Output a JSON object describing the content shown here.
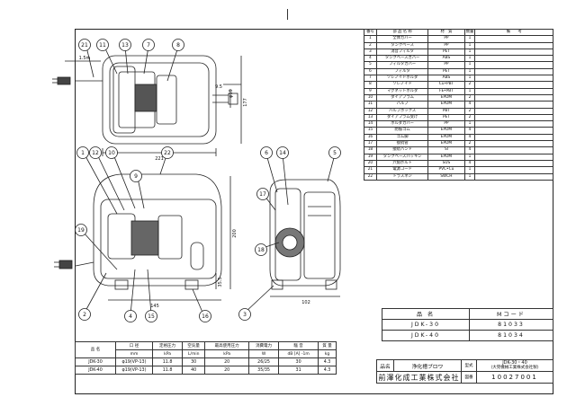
{
  "parts_table": {
    "headers": {
      "no": "番号",
      "name": "部 品 名 称",
      "material": "材　質",
      "qty": "数量",
      "remarks": "備　　考"
    },
    "rows": [
      {
        "no": "1",
        "name": "全体カバー",
        "material": "PP",
        "qty": "1"
      },
      {
        "no": "2",
        "name": "タンクベース",
        "material": "PP",
        "qty": "1"
      },
      {
        "no": "3",
        "name": "消音フィルタ",
        "material": "PET",
        "qty": "1"
      },
      {
        "no": "4",
        "name": "タンクベースカバー",
        "material": "ABS",
        "qty": "1"
      },
      {
        "no": "5",
        "name": "フィルタカバー",
        "material": "PP",
        "qty": "1"
      },
      {
        "no": "6",
        "name": "フィルタ",
        "material": "PET",
        "qty": "1"
      },
      {
        "no": "7",
        "name": "ソレノイドホルダ",
        "material": "ABS",
        "qty": "1"
      },
      {
        "no": "8",
        "name": "ソレノイド",
        "material": "Cu•PBT",
        "qty": "2"
      },
      {
        "no": "9",
        "name": "マグネットホルダ",
        "material": "FE•PBT",
        "qty": "1"
      },
      {
        "no": "10",
        "name": "ダイアフラム",
        "material": "EPDM",
        "qty": "2"
      },
      {
        "no": "11",
        "name": "バルブ",
        "material": "EPDM",
        "qty": "4"
      },
      {
        "no": "12",
        "name": "バルブボックス",
        "material": "PBT",
        "qty": "2"
      },
      {
        "no": "13",
        "name": "ダイアフラム受け",
        "material": "PET",
        "qty": "2"
      },
      {
        "no": "14",
        "name": "ホルダカバー",
        "material": "PP",
        "qty": "1"
      },
      {
        "no": "15",
        "name": "防振ゴム",
        "material": "EPDM",
        "qty": "4"
      },
      {
        "no": "16",
        "name": "ゴム脚",
        "material": "EPDM",
        "qty": "4"
      },
      {
        "no": "17",
        "name": "接続管",
        "material": "EPDM",
        "qty": "2"
      },
      {
        "no": "18",
        "name": "接続パンド",
        "material": "SI",
        "qty": "4"
      },
      {
        "no": "19",
        "name": "タンクベースパッキン",
        "material": "EPDM",
        "qty": "1"
      },
      {
        "no": "20",
        "name": "六角ボルト",
        "material": "SUS",
        "qty": "4"
      },
      {
        "no": "21",
        "name": "電源コード",
        "material": "PVC•Cu",
        "qty": "1"
      },
      {
        "no": "22",
        "name": "トラスネジ",
        "material": "SWCH",
        "qty": "1"
      }
    ]
  },
  "spec_table": {
    "headers": {
      "model": "品 名",
      "port": "口 径",
      "port_unit": "mm",
      "pressure": "定格圧力",
      "pressure_unit": "kPa",
      "airflow": "空気量",
      "airflow_unit": "L/min",
      "max_pressure": "最高使用圧力",
      "max_pressure_unit": "kPa",
      "power": "消費電力",
      "power_unit": "W",
      "noise": "騒 音",
      "noise_unit": "dB [A] -1m",
      "weight": "質 量",
      "weight_unit": "kg"
    },
    "rows": [
      {
        "model": "JDK-30",
        "port": "φ19(VP-13)",
        "pressure": "11.8",
        "airflow": "30",
        "max_pressure": "20",
        "power": "26/25",
        "noise": "30",
        "weight": "4.3"
      },
      {
        "model": "JDK-40",
        "port": "φ19(VP-13)",
        "pressure": "11.8",
        "airflow": "40",
        "max_pressure": "20",
        "power": "35/35",
        "noise": "31",
        "weight": "4.3"
      }
    ]
  },
  "model_table": {
    "header_name": "品 名",
    "header_code": "Mコード",
    "rows": [
      {
        "name": "JDK-30",
        "code": "81033"
      },
      {
        "name": "JDK-40",
        "code": "81034"
      }
    ]
  },
  "title_block": {
    "name_label": "品名",
    "name_value": "浄化槽ブロワ",
    "type_label": "型式",
    "type_value": "JDK-30・40",
    "maker_note": "(大晃機械工業株式会社製)",
    "company": "前澤化成工業株式会社",
    "drawing_label": "図番",
    "drawing_no": "10027001"
  },
  "drawing": {
    "top_labels": [
      "21",
      "11",
      "13",
      "7",
      "8"
    ],
    "front_labels": [
      "1",
      "12",
      "10",
      "9",
      "22",
      "19",
      "2",
      "4",
      "15",
      "16"
    ],
    "side_labels": [
      "6",
      "14",
      "5",
      "17",
      "18",
      "3"
    ],
    "dims": {
      "cord": "1.5m",
      "width_top": "221",
      "depth_top": "177",
      "outlet": "9.5",
      "port_dia": "φ19",
      "front_len": "145",
      "height": "200",
      "outlet_h": "35.5",
      "side_w": "102"
    }
  }
}
